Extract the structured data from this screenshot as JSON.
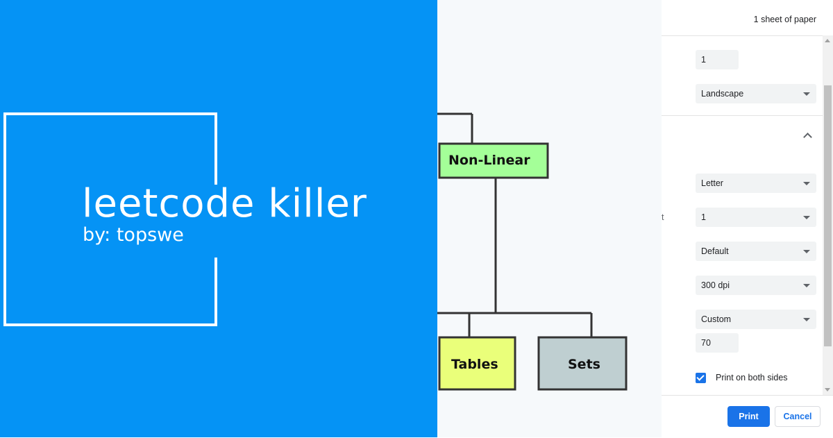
{
  "banner": {
    "title": "leetcode killer",
    "subtitle": "by: topswe",
    "bg_color": "#0593f5"
  },
  "preview": {
    "nodes": [
      {
        "id": "non-linear",
        "label": "Non-Linear",
        "color": "#a4ff98"
      },
      {
        "id": "tables",
        "label": "Tables",
        "color": "#eaff7a"
      },
      {
        "id": "sets",
        "label": "Sets",
        "color": "#bfcfd1"
      }
    ]
  },
  "panel": {
    "sheet_count": "1 sheet of paper",
    "pages_per_sheet_value": "1",
    "layout_value": "Landscape",
    "paper_size_value": "Letter",
    "partial_label": "t",
    "pages_per_sheet_select": "1",
    "margins_value": "Default",
    "quality_value": "300 dpi",
    "scale_value": "Custom",
    "scale_input": "70",
    "both_sides_label": "Print on both sides",
    "both_sides_checked": true,
    "print_label": "Print",
    "cancel_label": "Cancel",
    "accent_color": "#1a73e8"
  }
}
